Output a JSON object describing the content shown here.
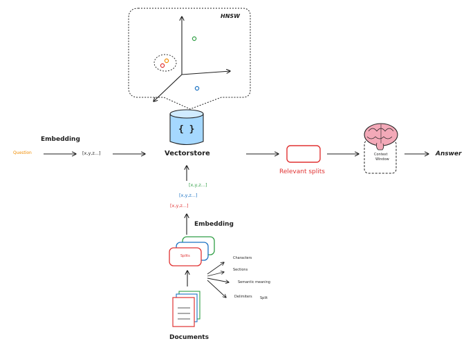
{
  "hnsw": {
    "title": "HNSW"
  },
  "vectorstore": {
    "icon": "{ }",
    "label": "Vectorstore"
  },
  "query": {
    "question": "Question",
    "embedding": "Embedding",
    "vector": "[x,y,z...]"
  },
  "relevant_splits": {
    "label": "Relevant splits"
  },
  "context": {
    "label_line1": "Context",
    "label_line2": "Window",
    "icon": "brain-icon"
  },
  "answer": {
    "label": "Answer"
  },
  "doc_vectors": [
    "[x,y,z...]",
    "[x,y,z...]",
    "[x,y,z...]"
  ],
  "doc_embedding": {
    "label": "Embedding"
  },
  "splits": {
    "label": "Splits",
    "label_side": "Split"
  },
  "split_methods": [
    "Characters",
    "Sections",
    "Semantic meaning",
    "Delimiters"
  ],
  "documents": {
    "label": "Documents"
  },
  "colors": {
    "ink": "#1e1e1e",
    "orange": "#f08c00",
    "red": "#e03131",
    "green": "#2f9e44",
    "blue": "#1971c2",
    "brain": "#f3a9b8"
  }
}
